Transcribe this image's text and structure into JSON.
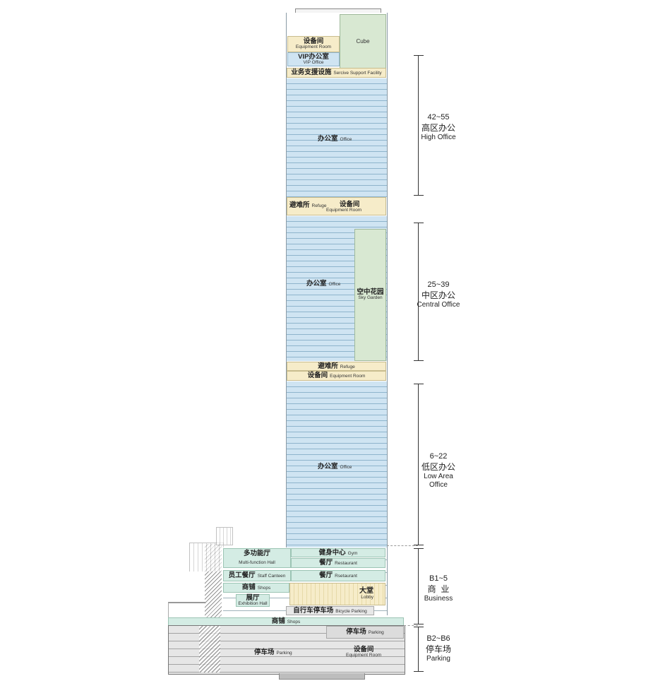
{
  "top": {
    "equipment_cn": "设备间",
    "equipment_en": "Equipment Room",
    "cube": "Cube",
    "vip_cn": "VIP办公室",
    "vip_en": "VIP Office",
    "service_cn": "业务支援设施",
    "service_en": "Sercive Support Facility"
  },
  "high": {
    "office_cn": "办公室",
    "office_en": "Office",
    "refuge_cn": "避难所",
    "refuge_en": "Refuge",
    "equipment_cn": "设备间",
    "equipment_en": "Equipment Room"
  },
  "central": {
    "office_cn": "办公室",
    "office_en": "Office",
    "garden_cn": "空中花园",
    "garden_en": "Sky Garden",
    "refuge_cn": "避难所",
    "refuge_en": "Refuge",
    "equipment_cn": "设备间",
    "equipment_en": "Equipment Room"
  },
  "low": {
    "office_cn": "办公室",
    "office_en": "Office"
  },
  "podium": {
    "multi_cn": "多功能厅",
    "multi_en": "Multi-function Hall",
    "gym_cn": "健身中心",
    "gym_en": "Gym",
    "rest1_cn": "餐厅",
    "rest1_en": "Restaurant",
    "canteen_cn": "员工餐厅",
    "canteen_en": "Staff Canteen",
    "rest2_cn": "餐厅",
    "rest2_en": "Rsetaurant",
    "shops_cn": "商铺",
    "shops_en": "Shops",
    "lobby_cn": "大堂",
    "lobby_en": "Lobby",
    "exhib_cn": "展厅",
    "exhib_en": "Exhibition Hall",
    "bike_cn": "自行车停车场",
    "bike_en": "Bicycle Parking",
    "shopsb_cn": "商铺",
    "shopsb_en": "Shops"
  },
  "basement": {
    "park1_cn": "停车场",
    "park1_en": "Parking",
    "park2_cn": "停车场",
    "park2_en": "Parking",
    "equip_cn": "设备间",
    "equip_en": "Equipment Room"
  },
  "zones": [
    {
      "num": "42~55",
      "zh": "高区办公",
      "en": "High Office"
    },
    {
      "num": "25~39",
      "zh": "中区办公",
      "en": "Central Office"
    },
    {
      "num": "6~22",
      "zh": "低区办公",
      "en": "Low Area",
      "en2": "Office"
    },
    {
      "num": "B1~5",
      "zh": "商  业",
      "en": "Business"
    },
    {
      "num": "B2~B6",
      "zh": "停车场",
      "en": "Parking"
    }
  ]
}
